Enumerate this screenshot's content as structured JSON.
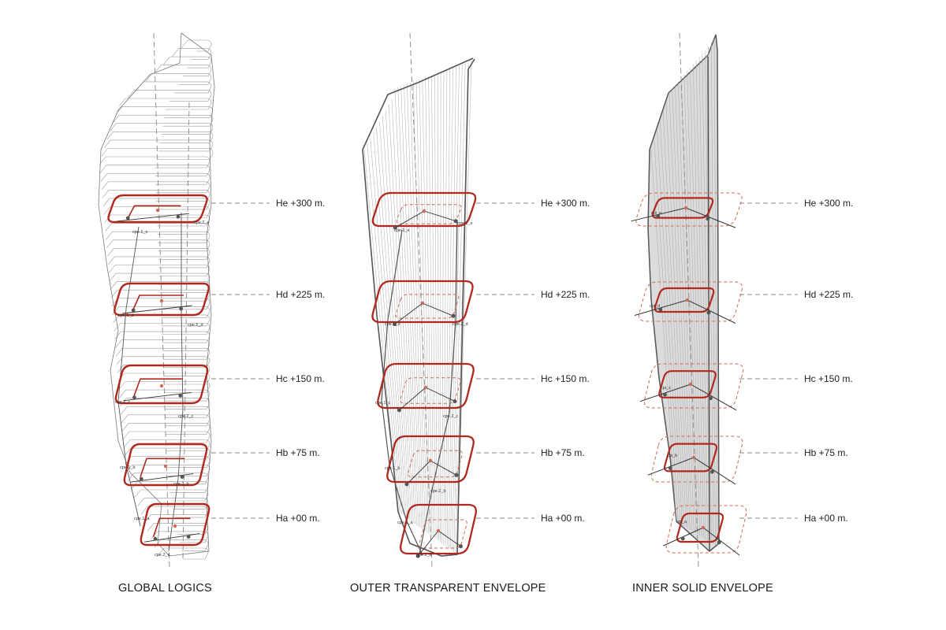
{
  "panels": [
    {
      "title": "GLOBAL LOGICS"
    },
    {
      "title": "OUTER TRANSPARENT ENVELOPE"
    },
    {
      "title": "INNER SOLID ENVELOPE"
    }
  ],
  "levels": [
    {
      "label": "He +300 m."
    },
    {
      "label": "Hd +225 m."
    },
    {
      "label": "Hc +150 m."
    },
    {
      "label": "Hb +75 m."
    },
    {
      "label": "Ha +00 m."
    }
  ],
  "control_points": {
    "global": [
      "cpe.1_e",
      "cpe.2_e",
      "cpe.1_d",
      "cpe.2_d",
      "cpe.1_c",
      "cpe.2_c",
      "cpe.1_b",
      "cpe.2_b",
      "cpe.1_a",
      "cpe.2_a"
    ],
    "outer": [
      "cpe.1_e",
      "cpe.2_e",
      "cpe.1_d",
      "cpe.2_d",
      "cpe.1_c",
      "cpe.2_c",
      "cpe.1_b",
      "cpe.2_b",
      "cpe.1_a",
      "cpe.2_a"
    ],
    "inner": [
      "cpi_e",
      "cpi_d",
      "cpi_c",
      "cpi_b",
      "cpi_a"
    ]
  },
  "colors": {
    "section_red": "#b0281e",
    "dashed_red": "#cf6a55",
    "frame_gray": "#666666",
    "rib_gray": "#9a9a9a",
    "fill_gray": "#dcdcdc",
    "axis_gray": "#888888"
  }
}
